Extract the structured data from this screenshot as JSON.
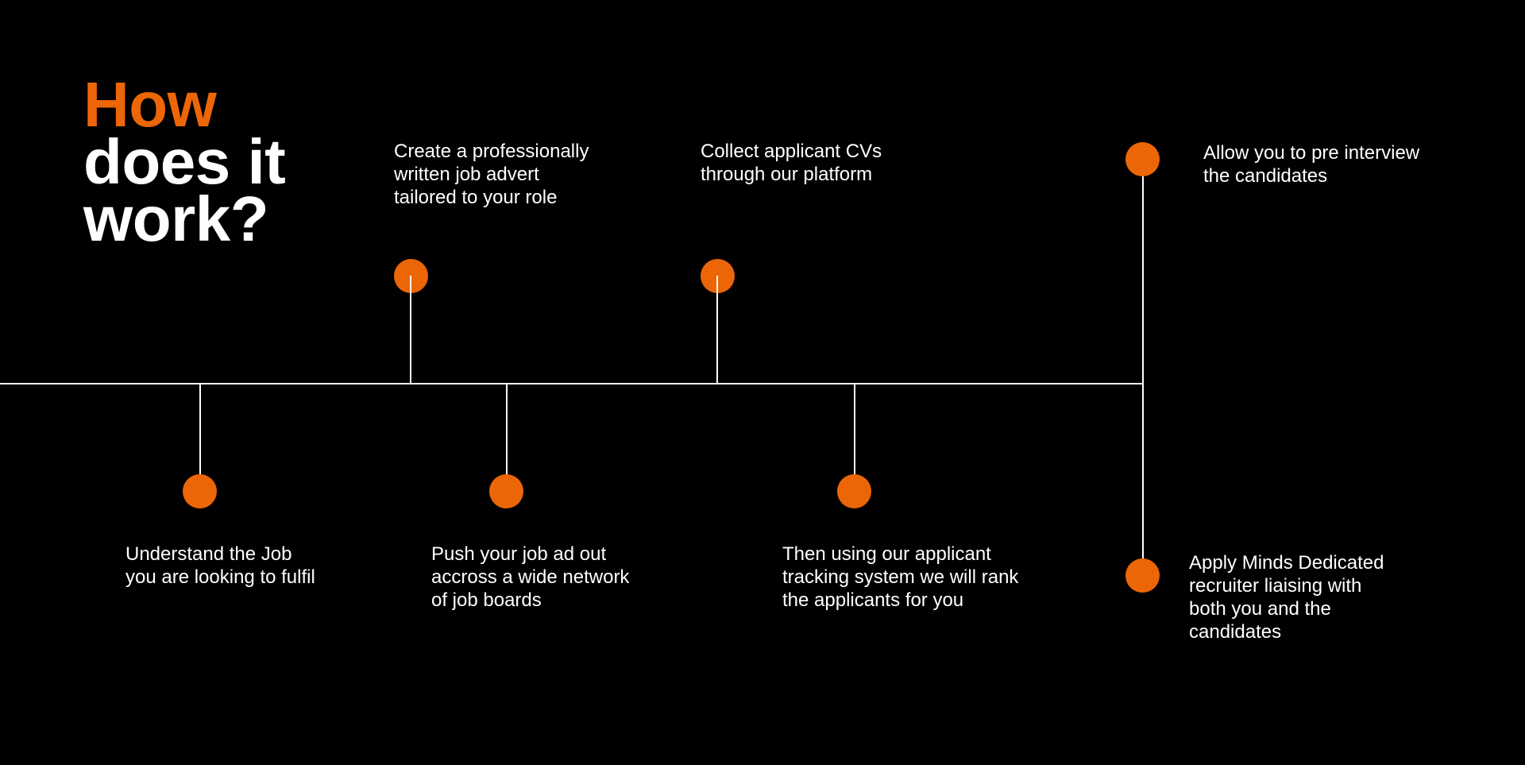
{
  "colors": {
    "background": "#000000",
    "accent": "#ec6608",
    "line": "#ffffff",
    "text": "#ffffff"
  },
  "title": {
    "accent_line": "How",
    "rest": "does it\nwork?"
  },
  "steps": [
    "Understand the Job\nyou are looking to fulfil",
    "Create a professionally\nwritten job advert\ntailored to your role",
    "Push your job ad out\naccross a wide network\nof job boards",
    "Collect applicant CVs\nthrough our platform",
    "Then using our applicant\ntracking system we will rank\nthe applicants for you",
    "Allow you to pre interview\nthe candidates",
    "Apply Minds Dedicated\nrecruiter liaising with\nboth you and the\ncandidates"
  ]
}
